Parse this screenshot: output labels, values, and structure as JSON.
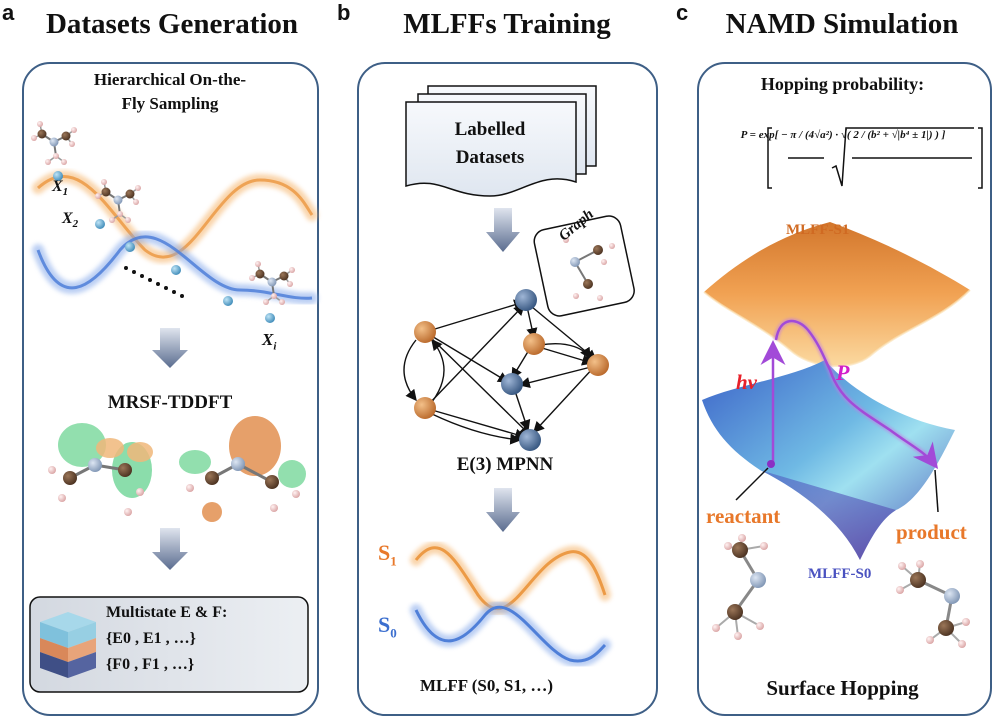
{
  "panel_a": {
    "letter": "a",
    "title": "Datasets Generation",
    "sampling_line1": "Hierarchical On-the-",
    "sampling_line2": "Fly Sampling",
    "x1": "X",
    "x1_sub": "1",
    "x2": "X",
    "x2_sub": "2",
    "xi": "X",
    "xi_sub": "i",
    "method": "MRSF-TDDFT",
    "box_title": "Multistate E & F:",
    "energies": "{E0 , E1 , …}",
    "forces": "{F0 , F1 , …}"
  },
  "panel_b": {
    "letter": "b",
    "title": "MLFFs Training",
    "doc_line1": "Labelled",
    "doc_line2": "Datasets",
    "graph_label": "Graph",
    "network_label": "E(3) MPNN",
    "s1": "S",
    "s1_sub": "1",
    "s0": "S",
    "s0_sub": "0",
    "mlff_label": "MLFF (S0, S1, …)"
  },
  "panel_c": {
    "letter": "c",
    "title": "NAMD Simulation",
    "hopping_label": "Hopping probability:",
    "formula": "P = exp[ − π / (4√a²) · √( 2 / (b² + √|b⁴ ± 1|) ) ]",
    "upper_surface": "MLFF-S1",
    "lower_surface": "MLFF-S0",
    "hv": "hν",
    "p": "P",
    "reactant": "reactant",
    "product": "product",
    "bottom_label": "Surface Hopping"
  },
  "colors": {
    "frame": "#3e5f86",
    "orange": "#f0a050",
    "blue": "#5b86d6",
    "carbon": "#6b4a33",
    "nitrogen": "#9fb4cf",
    "hydrogen": "#f0c8c8",
    "atom_orange": "#c97a3a",
    "atom_blue": "#4e6d92",
    "accent_red": "#e8202a",
    "accent_magenta": "#d21ecb",
    "accent_orange": "#e8782a"
  }
}
